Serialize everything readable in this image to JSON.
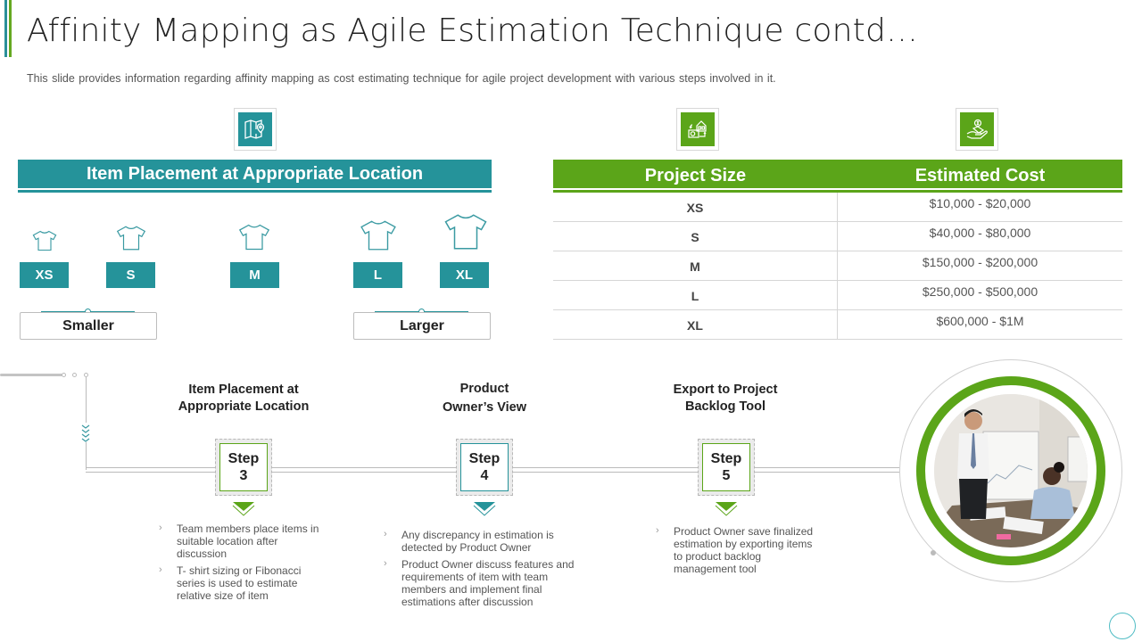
{
  "header": {
    "title": "Affinity Mapping as Agile Estimation Technique contd…",
    "subtitle": "This slide provides  information  regarding  affinity  mapping  as cost estimating technique for agile project development  with various  steps involved  in it."
  },
  "left_panel": {
    "icon": "map-location-icon",
    "heading": "Item Placement at Appropriate Location",
    "sizes": [
      {
        "label": "XS",
        "icon": "tshirt-icon"
      },
      {
        "label": "S",
        "icon": "tshirt-icon"
      },
      {
        "label": "M",
        "icon": "tshirt-icon"
      },
      {
        "label": "L",
        "icon": "tshirt-icon"
      },
      {
        "label": "XL",
        "icon": "tshirt-icon"
      }
    ],
    "range_left": "Smaller",
    "range_right": "Larger"
  },
  "right_panel": {
    "icons": [
      "house-money-exchange-icon",
      "hand-money-icon"
    ],
    "columns": [
      "Project Size",
      "Estimated Cost"
    ],
    "rows": [
      {
        "size": "XS",
        "cost": "$10,000 - $20,000"
      },
      {
        "size": "S",
        "cost": "$40,000 - $80,000"
      },
      {
        "size": "M",
        "cost": "$150,000 - $200,000"
      },
      {
        "size": "L",
        "cost": "$250,000 - $500,000"
      },
      {
        "size": "XL",
        "cost": "$600,000 - $1M"
      }
    ]
  },
  "timeline": {
    "steps": [
      {
        "title_line1": "Item Placement at",
        "title_line2": "Appropriate Location",
        "step_label": "Step",
        "step_number": "3",
        "bullets": [
          "Team members place items in suitable location after discussion",
          "T- shirt sizing or Fibonacci series is used to estimate relative size of item"
        ]
      },
      {
        "title_line1": "Product",
        "title_line2": "Owner’s View",
        "step_label": "Step",
        "step_number": "4",
        "bullets": [
          "Any  discrepancy in estimation is detected by Product Owner",
          "Product Owner discuss features and requirements of item with team members and implement final estimations after discussion"
        ]
      },
      {
        "title_line1": "Export to Project",
        "title_line2": "Backlog Tool",
        "step_label": "Step",
        "step_number": "5",
        "bullets": [
          "Product Owner save finalized estimation by exporting items to product backlog management tool"
        ]
      }
    ]
  },
  "colors": {
    "teal": "#25939a",
    "green": "#5ba519",
    "text": "#222222",
    "muted": "#555555"
  }
}
